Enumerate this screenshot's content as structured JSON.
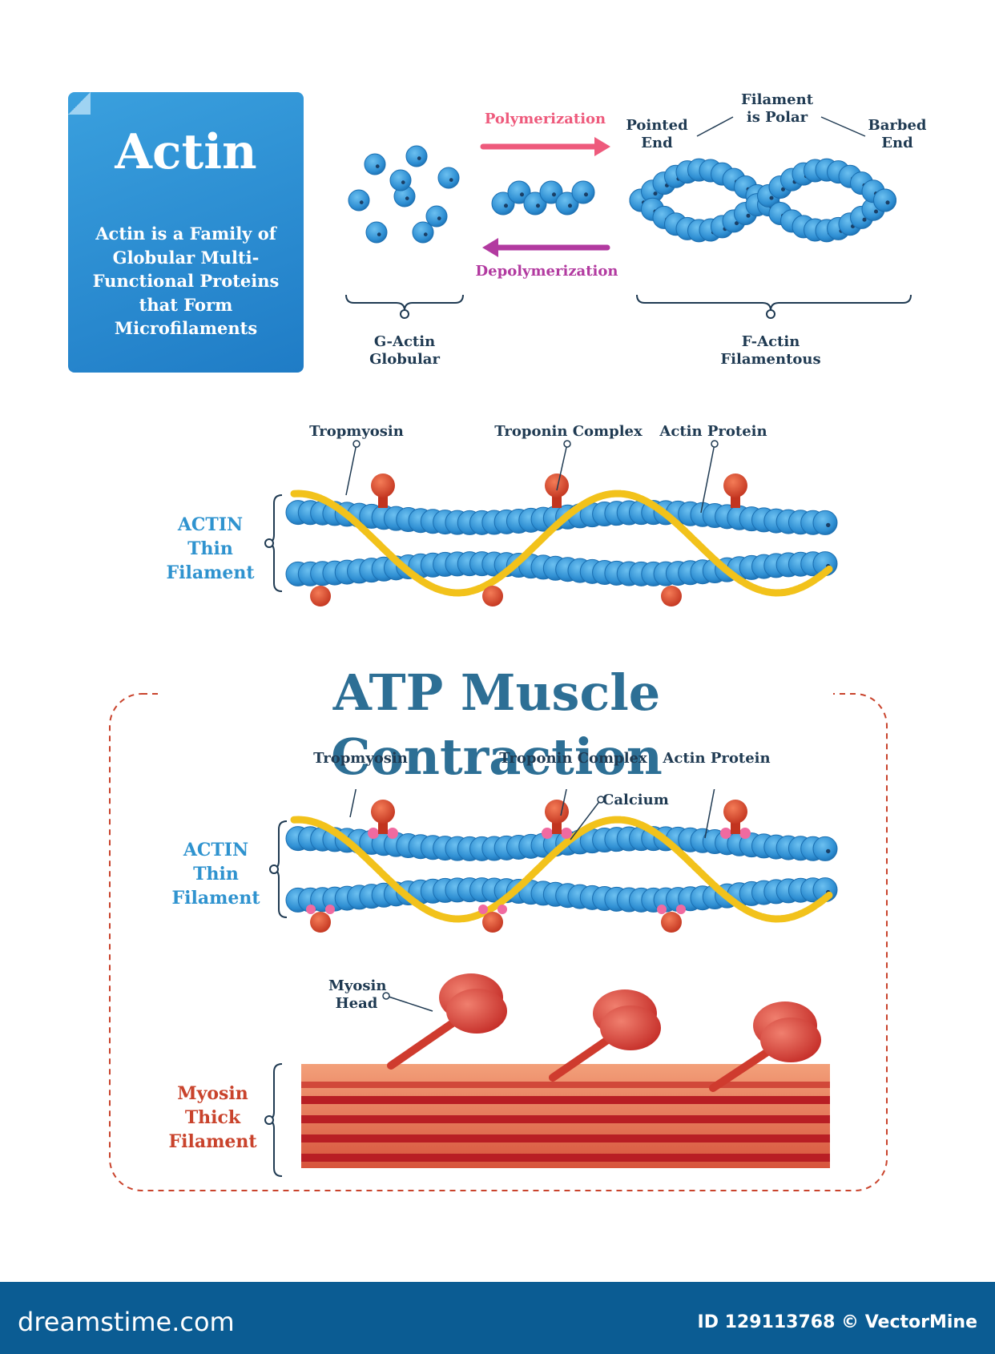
{
  "card": {
    "title": "Actin",
    "description": "Actin is a Family of Globular Multi-Functional Proteins that Form Microfilaments"
  },
  "polymerization": {
    "forward_label": "Polymerization",
    "reverse_label": "Depolymerization",
    "forward_color": "#ee5a7c",
    "reverse_color": "#b23aa0"
  },
  "filament_labels": {
    "pointed_end": "Pointed End",
    "polar": "Filament is Polar",
    "barbed_end": "Barbed End",
    "g_actin": "G-Actin Globular",
    "f_actin": "F-Actin Filamentous"
  },
  "thin_filament_1": {
    "tropomyosin": "Tropmyosin",
    "troponin": "Troponin Complex",
    "actin_protein": "Actin Protein",
    "side_label": "ACTIN Thin Filament"
  },
  "atp_section": {
    "title": "ATP Muscle Contraction",
    "tropomyosin": "Tropmyosin",
    "troponin": "Troponin Complex",
    "actin_protein": "Actin Protein",
    "calcium": "Calcium",
    "side_label": "ACTIN Thin Filament",
    "myosin_head": "Myosin Head",
    "myosin_label": "Myosin Thick Filament"
  },
  "colors": {
    "actin": "#2f8fd3",
    "tropomyosin": "#f2c21b",
    "troponin": "#d84a2c",
    "calcium": "#f06aa0",
    "myosin": "#d23a30",
    "footer": "#0b5c93"
  },
  "footer": {
    "brand": "dreamstime.com",
    "id_text": "ID 129113768 © VectorMine"
  }
}
